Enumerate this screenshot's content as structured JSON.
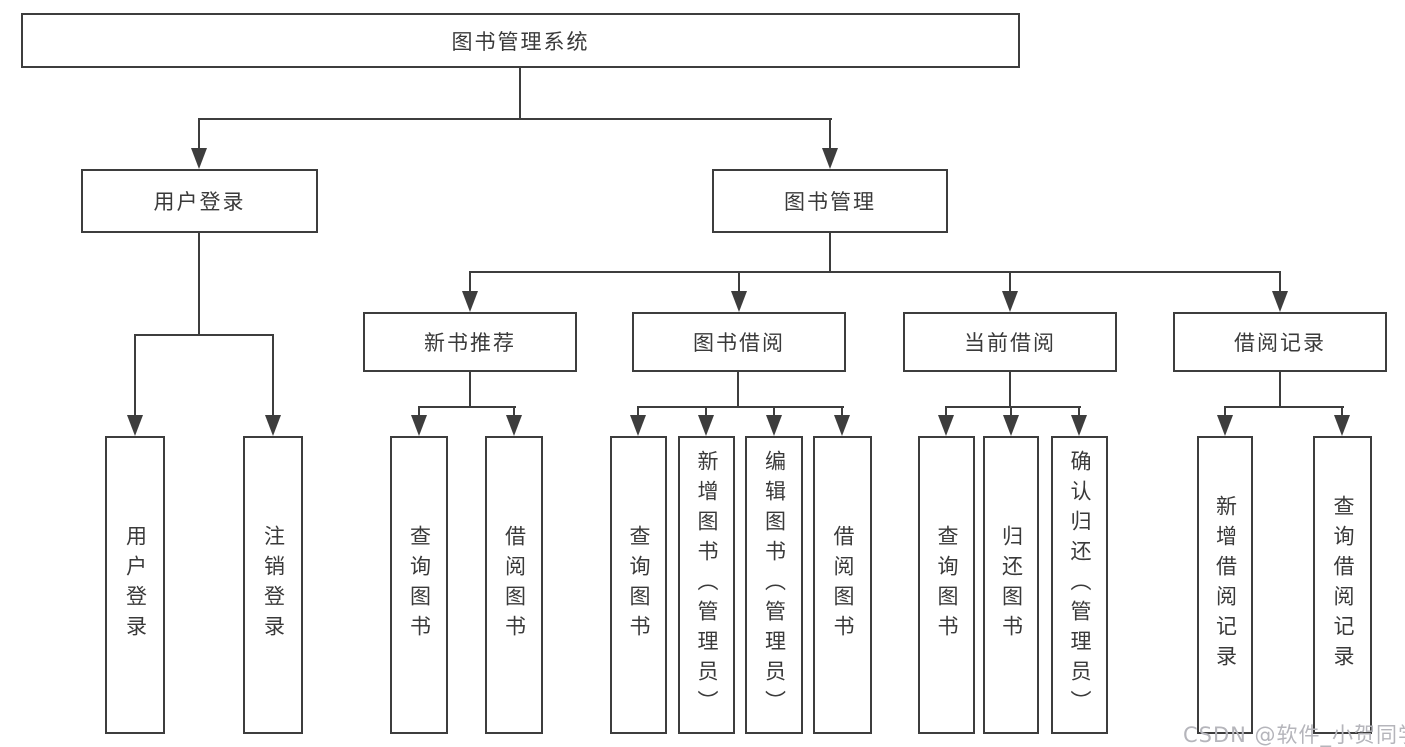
{
  "tree": {
    "label": "图书管理系统",
    "children": [
      {
        "label": "用户登录",
        "children": [
          {
            "label": "用户登录"
          },
          {
            "label": "注销登录"
          }
        ]
      },
      {
        "label": "图书管理",
        "children": [
          {
            "label": "新书推荐",
            "children": [
              {
                "label": "查询图书"
              },
              {
                "label": "借阅图书"
              }
            ]
          },
          {
            "label": "图书借阅",
            "children": [
              {
                "label": "查询图书"
              },
              {
                "label": "新增图书（管理员）"
              },
              {
                "label": "编辑图书（管理员）"
              },
              {
                "label": "借阅图书"
              }
            ]
          },
          {
            "label": "当前借阅",
            "children": [
              {
                "label": "查询图书"
              },
              {
                "label": "归还图书"
              },
              {
                "label": "确认归还（管理员）"
              }
            ]
          },
          {
            "label": "借阅记录",
            "children": [
              {
                "label": "新增借阅记录"
              },
              {
                "label": "查询借阅记录"
              }
            ]
          }
        ]
      }
    ]
  },
  "colors": {
    "line": "#3d3d3d",
    "text": "#3a3a3a",
    "watermark": "#b5b5bb"
  },
  "watermark": "CSDN @软件_小贺同学"
}
